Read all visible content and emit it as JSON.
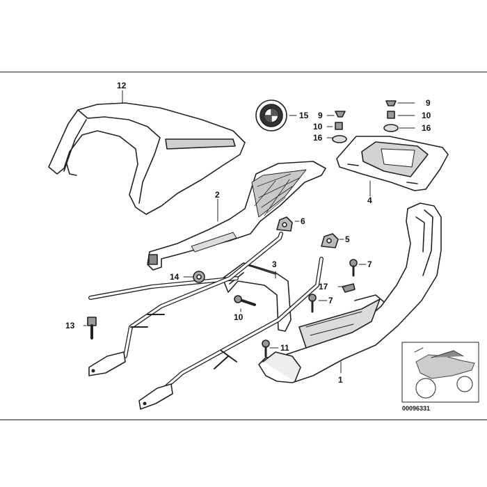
{
  "parts": [
    {
      "key": "seat",
      "number": "12"
    },
    {
      "key": "badge",
      "number": "15"
    },
    {
      "key": "grab-rail",
      "number": "2"
    },
    {
      "key": "carrier-plate",
      "number": "4"
    },
    {
      "key": "bracket",
      "number": "3"
    },
    {
      "key": "frame",
      "number": "1"
    },
    {
      "key": "rubber-6",
      "number": "6"
    },
    {
      "key": "rubber-5",
      "number": "5"
    },
    {
      "key": "screw-7a",
      "number": "7"
    },
    {
      "key": "screw-7b",
      "number": "7"
    },
    {
      "key": "clip",
      "number": "17"
    },
    {
      "key": "nut",
      "number": "14"
    },
    {
      "key": "bolt-10",
      "number": "10"
    },
    {
      "key": "bolt-13",
      "number": "13"
    },
    {
      "key": "screw-11",
      "number": "11"
    },
    {
      "key": "screw-9a",
      "number": "9"
    },
    {
      "key": "washer-10a",
      "number": "10"
    },
    {
      "key": "grommet-16a",
      "number": "16"
    },
    {
      "key": "screw-9b",
      "number": "9"
    },
    {
      "key": "washer-10b",
      "number": "10"
    },
    {
      "key": "grommet-16b",
      "number": "16"
    }
  ],
  "reference_number": "00096331",
  "colors": {
    "line": "#222222",
    "fill": "#ffffff",
    "shade": "#bfbfbf",
    "dark": "#555555"
  }
}
